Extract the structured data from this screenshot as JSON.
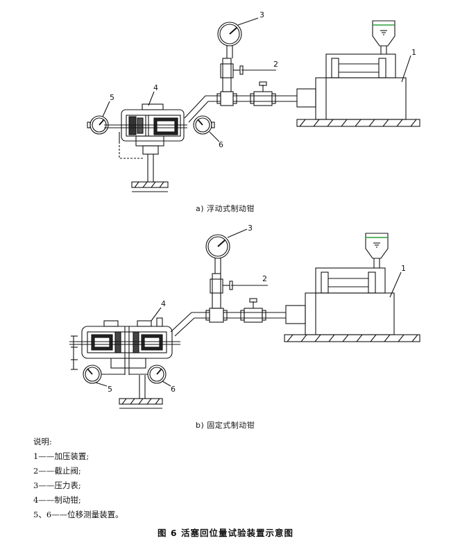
{
  "figure": {
    "caption_a": "a)  浮动式制动钳",
    "caption_b": "b)  固定式制动钳",
    "title": "图 6   活塞回位量试验装置示意图"
  },
  "callouts": {
    "n1": "1",
    "n2": "2",
    "n3": "3",
    "n4": "4",
    "n5": "5",
    "n6": "6"
  },
  "legend": {
    "heading": "说明:",
    "items": [
      "1——加压装置;",
      "2——截止阀;",
      "3——压力表;",
      "4——制动钳;",
      "5、6——位移测量装置。"
    ]
  }
}
